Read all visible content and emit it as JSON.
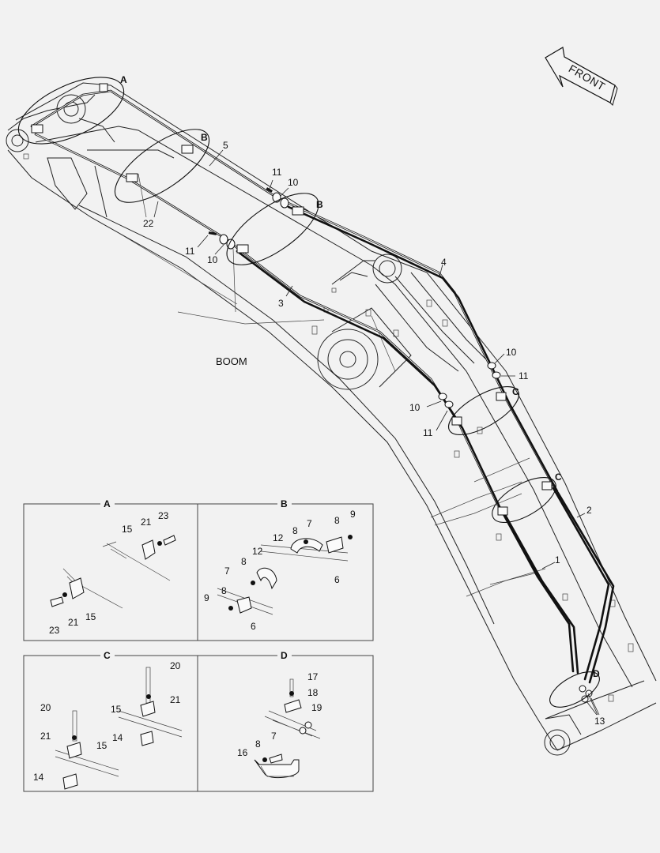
{
  "diagram": {
    "main_label": "BOOM",
    "front_label": "FRONT",
    "detail_callouts": {
      "A": "A",
      "B_upper": "B",
      "B_lower": "B",
      "C_upper": "C",
      "C_lower": "C",
      "D": "D"
    },
    "part_numbers": {
      "p5": "5",
      "p22": "22",
      "p11_top": "11",
      "p10_top": "10",
      "p11_mid": "11",
      "p10_mid": "10",
      "p3": "3",
      "p4": "4",
      "p10_right": "10",
      "p11_right": "11",
      "p10_left": "10",
      "p11_left": "11",
      "p2": "2",
      "p1": "1",
      "p13": "13"
    },
    "panels": {
      "A": {
        "title": "A",
        "labels": [
          "15",
          "21",
          "23",
          "23",
          "21",
          "15"
        ]
      },
      "B": {
        "title": "B",
        "labels": [
          "8",
          "7",
          "8",
          "9",
          "12",
          "6",
          "12",
          "7",
          "8",
          "9",
          "8",
          "6"
        ]
      },
      "C": {
        "title": "C",
        "labels": [
          "20",
          "15",
          "21",
          "14",
          "20",
          "21",
          "15",
          "14"
        ]
      },
      "D": {
        "title": "D",
        "labels": [
          "17",
          "18",
          "19",
          "16",
          "8",
          "7"
        ]
      }
    }
  }
}
